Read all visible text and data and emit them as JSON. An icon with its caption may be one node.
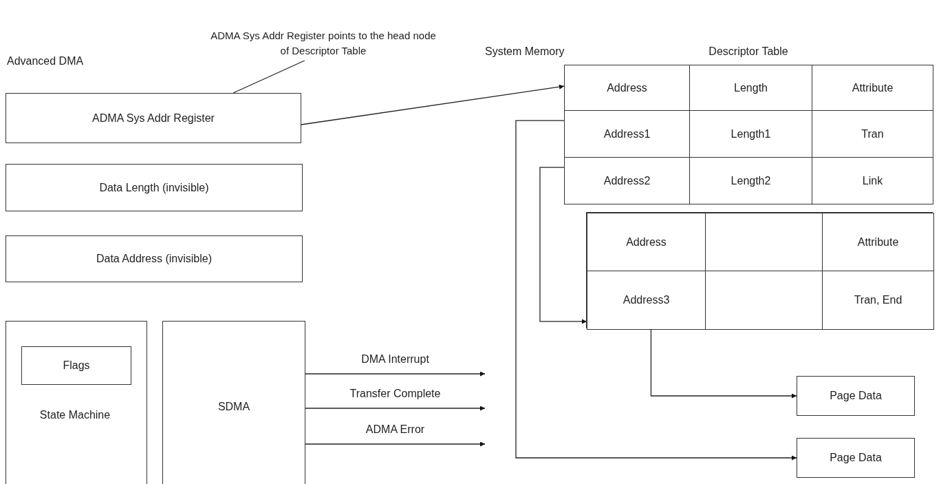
{
  "diagram": {
    "nodes": [
      {
        "text": [
          "ADMA Sys Addr Register points to the head node of Descriptor Table"
        ]
      },
      {
        "text": [
          "ADMA Sys Addr Register"
        ]
      },
      {
        "text": [
          "Data Length (invisible)"
        ]
      },
      {
        "text": [
          "Data Address (invisible)"
        ]
      },
      {
        "text": [
          "State Machine"
        ]
      },
      {
        "text": [
          "Flags"
        ],
        "in": 4
      },
      {
        "text": [
          "SDMA"
        ]
      },
      {
        "text": [
          "Descriptor Table"
        ]
      },
      {
        "text": [
          "Address"
        ],
        "in": 7
      },
      {
        "text": [
          "Length"
        ],
        "in": 7
      },
      {
        "text": [
          "Attribute"
        ],
        "in": 7
      },
      {
        "text": [
          "Address1"
        ],
        "in": 7
      },
      {
        "text": [
          "Length1"
        ],
        "in": 7
      },
      {
        "text": [
          "Tran"
        ],
        "in": 7
      },
      {
        "text": [
          "Address2"
        ],
        "in": 7
      },
      {
        "text": [
          "Length2"
        ],
        "in": 7
      },
      {
        "text": [
          "Link"
        ],
        "in": 7
      },
      {
        "text": [],
        "shape": "box"
      },
      {
        "text": [
          "Address"
        ],
        "in": 17
      },
      {
        "text": [],
        "shape": "box",
        "in": 17
      },
      {
        "text": [
          "Attribute"
        ],
        "in": 17
      },
      {
        "text": [
          "Address3"
        ],
        "in": 17
      },
      {
        "text": [],
        "shape": "box",
        "in": 17
      },
      {
        "text": [
          "Tran, End"
        ],
        "in": 17
      },
      {
        "text": [
          "Page Data"
        ]
      },
      {
        "text": [
          "Page Data"
        ]
      }
    ],
    "edges": [
      {
        "from": 0,
        "to": 1,
        "arrow": "none"
      },
      {
        "from": 1,
        "to": 7,
        "arrow": "to"
      },
      {
        "from": 11,
        "to": 25,
        "arrow": "to"
      },
      {
        "from": 14,
        "to": 21,
        "arrow": "to"
      },
      {
        "from": 21,
        "to": 24,
        "arrow": "to"
      },
      {
        "from": 6,
        "to": null,
        "arrow": "to",
        "label": "DMA Interrupt"
      },
      {
        "from": 6,
        "to": null,
        "arrow": "to",
        "label": "Transfer Complete"
      },
      {
        "from": 6,
        "to": null,
        "arrow": "to",
        "label": "ADMA Error"
      }
    ],
    "labels": [
      "Advanced DMA",
      "System Memory"
    ]
  }
}
